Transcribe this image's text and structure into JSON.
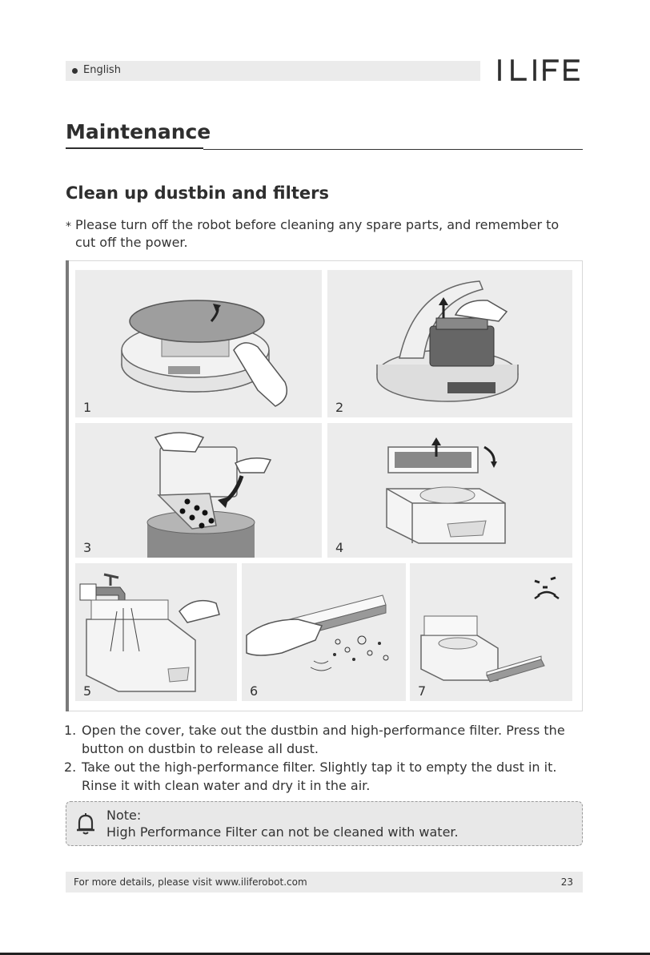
{
  "header": {
    "language": "English",
    "logo": "ILIFE"
  },
  "page": {
    "title": "Maintenance",
    "subtitle": "Clean up dustbin and filters",
    "intro_marker": "*",
    "intro": "Please turn off the robot before cleaning any spare parts, and remember to cut off the power."
  },
  "steps": [
    "1",
    "2",
    "3",
    "4",
    "5",
    "6",
    "7"
  ],
  "instructions": [
    {
      "num": "1.",
      "text": "Open the cover, take out the dustbin and high-performance filter. Press the button on dustbin to release all dust."
    },
    {
      "num": "2.",
      "text": "Take out the high-performance filter. Slightly tap it to empty the dust in it. Rinse it with clean water and dry it in the air."
    }
  ],
  "note": {
    "label": "Note:",
    "text": "High Performance Filter can not be cleaned with water."
  },
  "footer": {
    "text": "For more details, please visit www.iliferobot.com",
    "page_number": "23"
  },
  "icons": {
    "bullet": "bullet-dot-icon",
    "note": "bell-icon",
    "arrow": "arrow-icon"
  },
  "colors": {
    "band": "#ebebeb",
    "panel": "#ececec",
    "text": "#2e2e2e"
  }
}
